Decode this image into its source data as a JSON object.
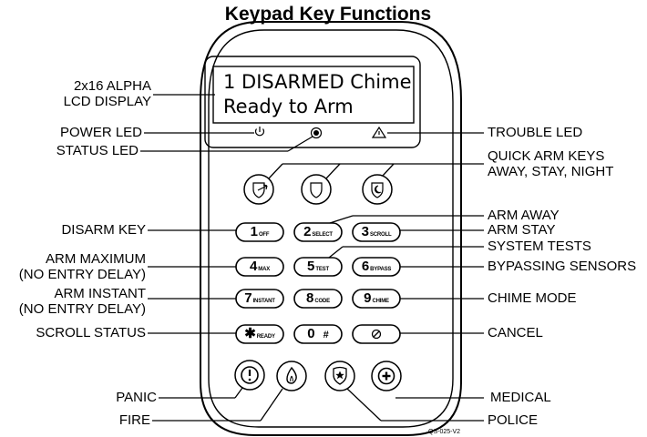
{
  "title": "Keypad Key Functions",
  "lcd": {
    "line1": "1 DISARMED Chime",
    "line2": "Ready to Arm"
  },
  "left_labels": {
    "lcd_display": [
      "2x16 ALPHA",
      "LCD DISPLAY"
    ],
    "power_led": "POWER LED",
    "status_led": "STATUS LED",
    "disarm_key": "DISARM KEY",
    "arm_maximum": [
      "ARM MAXIMUM",
      "(NO ENTRY DELAY)"
    ],
    "arm_instant": [
      "ARM INSTANT",
      "(NO ENTRY DELAY)"
    ],
    "scroll_status": "SCROLL STATUS",
    "panic": "PANIC",
    "fire": "FIRE"
  },
  "right_labels": {
    "trouble_led": "TROUBLE LED",
    "quick_arm_keys": [
      "QUICK ARM KEYS",
      "AWAY, STAY, NIGHT"
    ],
    "arm_away": "ARM AWAY",
    "arm_stay": "ARM STAY",
    "system_tests": "SYSTEM TESTS",
    "bypassing_sensors": "BYPASSING SENSORS",
    "chime_mode": "CHIME MODE",
    "cancel": "CANCEL",
    "medical": "MEDICAL",
    "police": "POLICE"
  },
  "keys": {
    "k1": {
      "num": "1",
      "sub": "OFF"
    },
    "k2": {
      "num": "2",
      "sub": "SELECT"
    },
    "k3": {
      "num": "3",
      "sub": "SCROLL"
    },
    "k4": {
      "num": "4",
      "sub": "MAX"
    },
    "k5": {
      "num": "5",
      "sub": "TEST"
    },
    "k6": {
      "num": "6",
      "sub": "BYPASS"
    },
    "k7": {
      "num": "7",
      "sub": "INSTANT"
    },
    "k8": {
      "num": "8",
      "sub": "CODE"
    },
    "k9": {
      "num": "9",
      "sub": "CHIME"
    },
    "kstar": {
      "num": "✱",
      "sub": "READY"
    },
    "k0": {
      "num": "0",
      "hash": "#"
    },
    "cancel_symbol": "⊘"
  },
  "icons": {
    "power_led": "power-icon",
    "status_led": "status-dot-icon",
    "trouble_led": "warning-triangle-icon",
    "arm_away": "shield-away-icon",
    "arm_stay": "shield-stay-icon",
    "arm_night": "shield-night-icon",
    "panic": "exclamation-icon",
    "fire": "flame-icon",
    "police": "police-badge-icon",
    "medical": "medical-cross-icon"
  },
  "doc_code": "QS-025-V2"
}
